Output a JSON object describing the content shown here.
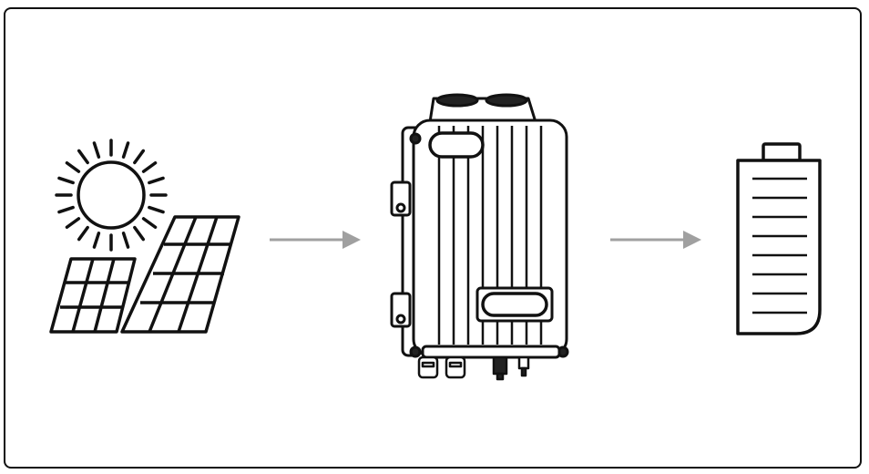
{
  "diagram": {
    "flow": [
      {
        "component": "solar-panel-with-sun",
        "icon": "sun-and-solar-panels-icon"
      },
      {
        "connector": "arrow-right"
      },
      {
        "component": "inverter",
        "icon": "inverter-device-icon"
      },
      {
        "connector": "arrow-right"
      },
      {
        "component": "battery",
        "icon": "battery-icon"
      }
    ],
    "colors": {
      "stroke": "#111111",
      "arrow": "#a0a0a0",
      "frame": "#111111",
      "background": "#ffffff"
    }
  }
}
